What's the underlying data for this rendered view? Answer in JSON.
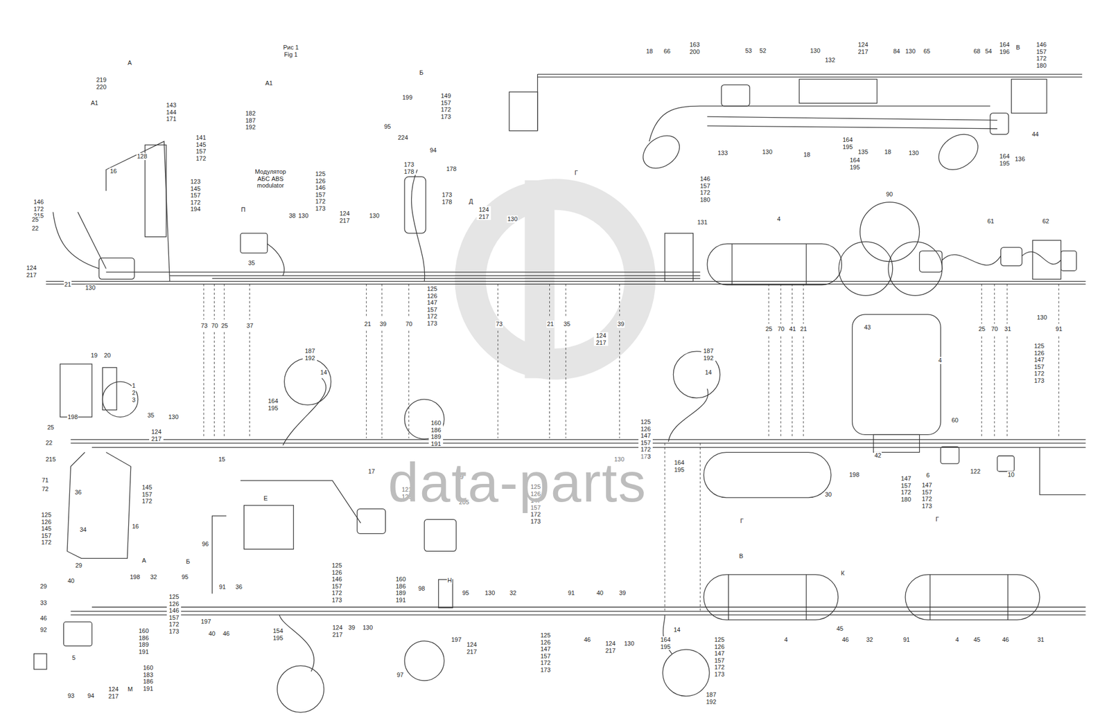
{
  "diagram": {
    "labels": [
      "Рис 1 Fig 1",
      "А",
      "219 220",
      "А1",
      "143 144 171",
      "А1",
      "182 187 192",
      "Б",
      "199",
      "95",
      "224",
      "149 157 172 173",
      "94",
      "141 145 157 172",
      "123 145 157 172 194",
      "128",
      "16",
      "Модулятор АБС ABS modulator",
      "125 126 146 157 172 173",
      "173 178",
      "178",
      "173 178",
      "Д",
      "124 217",
      "130",
      "130",
      "124 217",
      "38",
      "130",
      "П",
      "146 172 215",
      "25",
      "22",
      "124 217",
      "21",
      "130",
      "35",
      "125 126 147 157 172 173",
      "Г",
      "73",
      "70",
      "25",
      "37",
      "21",
      "39",
      "70",
      "73",
      "21",
      "35",
      "39",
      "124 217",
      "146 157 172 180",
      "131",
      "4",
      "90",
      "61",
      "62",
      "130",
      "25",
      "70",
      "31",
      "125 126 147 157 172 173",
      "91",
      "43",
      "25",
      "70",
      "41",
      "21",
      "18",
      "66",
      "163 200",
      "53",
      "52",
      "130",
      "132",
      "124 217",
      "84",
      "130",
      "65",
      "68",
      "54",
      "164 196",
      "В",
      "146 157 172 180",
      "133",
      "130",
      "18",
      "164 195",
      "135",
      "164 195",
      "18",
      "130",
      "164 195",
      "136",
      "44",
      "19",
      "20",
      "1",
      "2",
      "3",
      "35",
      "130",
      "198",
      "25",
      "22",
      "215",
      "71",
      "72",
      "124 217",
      "15",
      "145 157 172",
      "36",
      "16",
      "125 126 145 157 172",
      "34",
      "29",
      "29",
      "40",
      "33",
      "46",
      "92",
      "5",
      "А",
      "Б",
      "32",
      "198",
      "95",
      "197",
      "91",
      "36",
      "40",
      "46",
      "154 195",
      "125 126 146 157 172 173",
      "125 126 146 157 172 173",
      "124 217",
      "39",
      "130",
      "160 186 189 191",
      "98",
      "Н",
      "95",
      "197",
      "97",
      "124 217",
      "130",
      "32",
      "91",
      "40",
      "39",
      "125 126 147 157 172 173",
      "46",
      "124 217",
      "130",
      "164 195",
      "125 126 147 157 172 173",
      "14",
      "187 192",
      "160 186 189 191",
      "160 183 186 191",
      "М",
      "124 217",
      "93",
      "94",
      "187 192",
      "14",
      "164 195",
      "160 186 189 191",
      "121 129",
      "99",
      "205",
      "17",
      "Е",
      "96",
      "187 192",
      "14",
      "125 126 147 157 172 173",
      "164 195",
      "130",
      "125 126 147 157 172 173",
      "Г",
      "В",
      "30",
      "198",
      "42",
      "147 157 172 180",
      "6",
      "147 157 172 173",
      "Г",
      "60",
      "122",
      "10",
      "4",
      "К",
      "45",
      "46",
      "32",
      "91",
      "4",
      "4",
      "45",
      "46",
      "31",
      "data-parts"
    ]
  }
}
